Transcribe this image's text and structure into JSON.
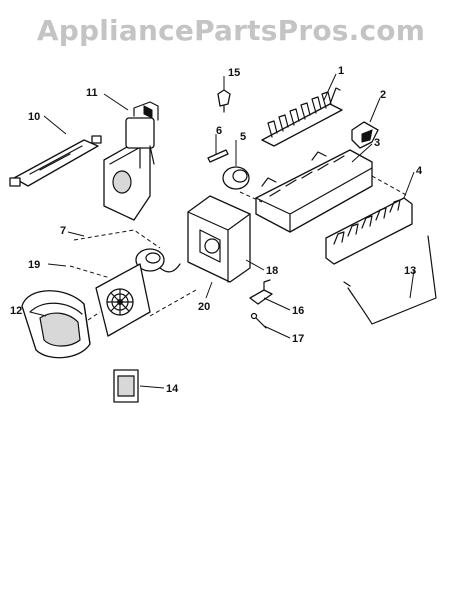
{
  "watermark": "AppliancePartsPros.com",
  "callouts": {
    "p1": "1",
    "p2": "2",
    "p3": "3",
    "p4": "4",
    "p5": "5",
    "p6": "6",
    "p7": "7",
    "p10": "10",
    "p11": "11",
    "p12": "12",
    "p13": "13",
    "p14": "14",
    "p15": "15",
    "p16": "16",
    "p17": "17",
    "p18": "18",
    "p19": "19",
    "p20": "20"
  }
}
